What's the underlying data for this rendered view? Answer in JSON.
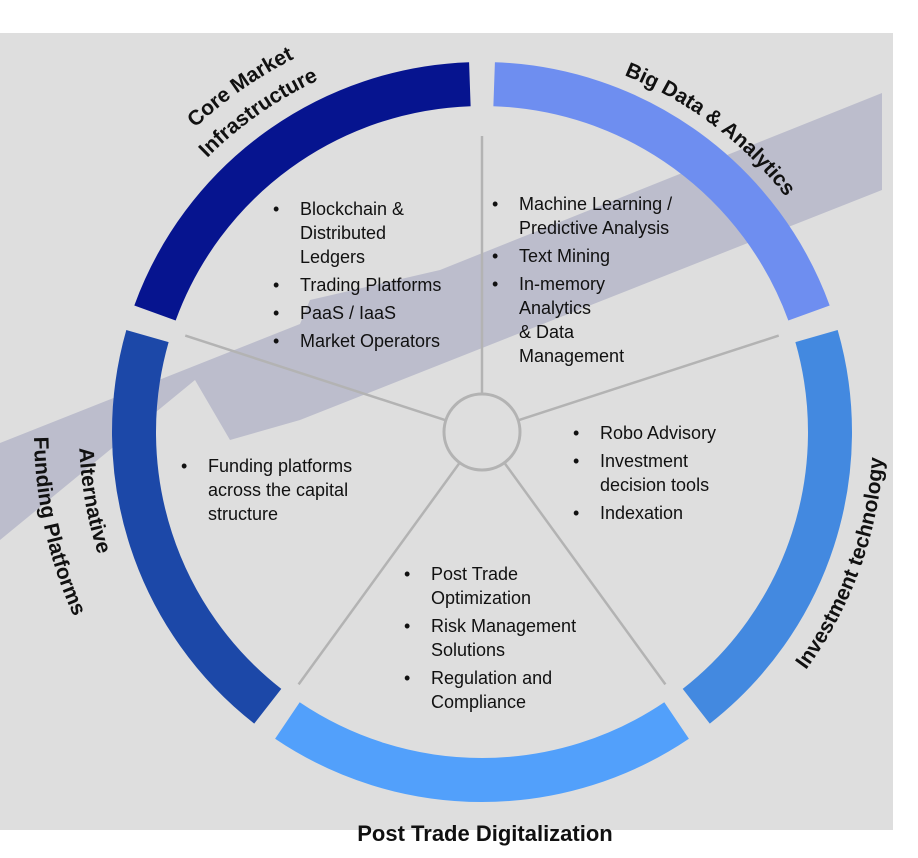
{
  "colors": {
    "background": "#dedede",
    "arrow_band": "#bcbdcc",
    "spokes": "#b3b3b3",
    "core_market": "#06148f",
    "big_data": "#6e8ef0",
    "investment": "#4389e0",
    "post_trade": "#52a0fb",
    "alternative": "#1c48a8"
  },
  "segments": {
    "core_market": {
      "title_lines": [
        "Core Market",
        "Infrastructure"
      ]
    },
    "big_data": {
      "title_lines": [
        "Big Data & Analytics"
      ]
    },
    "investment": {
      "title_lines": [
        "Investment technology"
      ]
    },
    "post_trade": {
      "title_lines": [
        "Post Trade Digitalization"
      ]
    },
    "alternative": {
      "title_lines": [
        "Alternative",
        "Funding Platforms"
      ]
    }
  },
  "lists": {
    "core": [
      [
        "Blockchain &",
        "Distributed",
        "Ledgers"
      ],
      [
        "Trading Platforms"
      ],
      [
        "PaaS / IaaS"
      ],
      [
        "Market Operators"
      ]
    ],
    "bigdata": [
      [
        "Machine Learning /",
        "Predictive Analysis"
      ],
      [
        "Text Mining"
      ],
      [
        "In-memory",
        "Analytics",
        "& Data",
        "Management"
      ]
    ],
    "invest": [
      [
        "Robo Advisory"
      ],
      [
        "Investment",
        "decision tools"
      ],
      [
        "Indexation"
      ]
    ],
    "alt": [
      [
        "Funding platforms",
        "across the capital",
        "structure"
      ]
    ],
    "post": [
      [
        "Post Trade",
        "Optimization"
      ],
      [
        "Risk Management",
        "Solutions"
      ],
      [
        "Regulation and",
        "Compliance"
      ]
    ]
  },
  "bullet": "•"
}
